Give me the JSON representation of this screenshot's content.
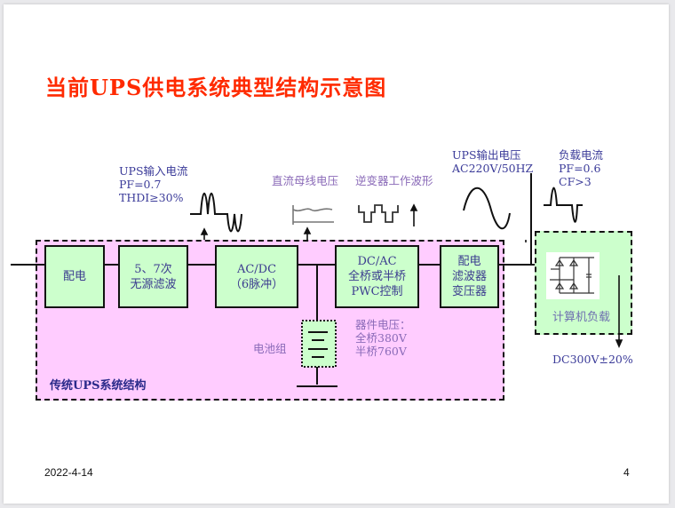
{
  "slide": {
    "title": "当前UPS供电系统典型结构示意图",
    "colors": {
      "title": "#ff2a00",
      "pink_region": "#ffccff",
      "block_fill": "#ccffcc",
      "label_text": "#3b3b99"
    },
    "blocks": [
      {
        "id": "distribution",
        "lines": [
          "配电"
        ]
      },
      {
        "id": "passive-filter",
        "lines": [
          "5、7次",
          "无源滤波"
        ]
      },
      {
        "id": "rectifier",
        "lines": [
          "AC/DC",
          "（6脉冲）"
        ]
      },
      {
        "id": "inverter",
        "lines": [
          "DC/AC",
          "全桥或半桥",
          "PWC控制"
        ]
      },
      {
        "id": "output-filter",
        "lines": [
          "配电",
          "滤波器",
          "变压器"
        ]
      }
    ],
    "annotations": {
      "input_current": [
        "UPS输入电流",
        "PF=0.7",
        "THDI≥30%"
      ],
      "dc_bus_voltage": "直流母线电压",
      "inverter_waveform": "逆变器工作波形",
      "ups_output_voltage": [
        "UPS输出电压",
        "AC220V/50HZ"
      ],
      "load_current": [
        "负载电流",
        "PF=0.6",
        "CF>3"
      ],
      "device_voltage": [
        "器件电压：",
        "全桥380V",
        "半桥760V"
      ],
      "battery": "电池组",
      "traditional_label": "传统UPS系统结构",
      "computer_load": "计算机负载",
      "dc_voltage": "DC300V±20%"
    }
  },
  "footer": {
    "date": "2022-4-14",
    "page_number": "4"
  }
}
